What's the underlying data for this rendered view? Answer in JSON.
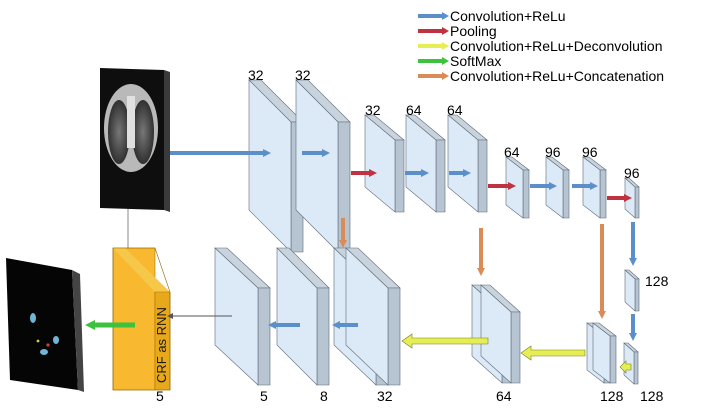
{
  "legend": [
    {
      "label": "Convolution+ReLu",
      "color": "#5b8fc9"
    },
    {
      "label": "Pooling",
      "color": "#c0323f"
    },
    {
      "label": "Convolution+ReLu+Deconvolution",
      "color": "#e6ee55"
    },
    {
      "label": "SoftMax",
      "color": "#3cc23c"
    },
    {
      "label": "Convolution+ReLu+Concatenation",
      "color": "#d98c55"
    }
  ],
  "encoder_labels": {
    "c1": "32",
    "c2": "32",
    "c3": "32",
    "c4": "64",
    "c5": "64",
    "c6": "64",
    "c7": "96",
    "c8": "96",
    "c9": "96",
    "c10": "128"
  },
  "decoder_labels": {
    "d0": "128",
    "d1": "128",
    "d2": "64",
    "d3": "32",
    "d4": "8",
    "d5": "5",
    "crf_channels": "5"
  },
  "crf_label": "CRF as RNN",
  "colors": {
    "block_face": "#dce9f7",
    "block_side": "#b7c4d2",
    "block_top": "#c9d3dd",
    "crf": "#f8b830",
    "input_bg": "#111111",
    "output_bg": "#000000"
  },
  "icons": {
    "input": "ct-scan-image",
    "output": "segmentation-map-image"
  }
}
